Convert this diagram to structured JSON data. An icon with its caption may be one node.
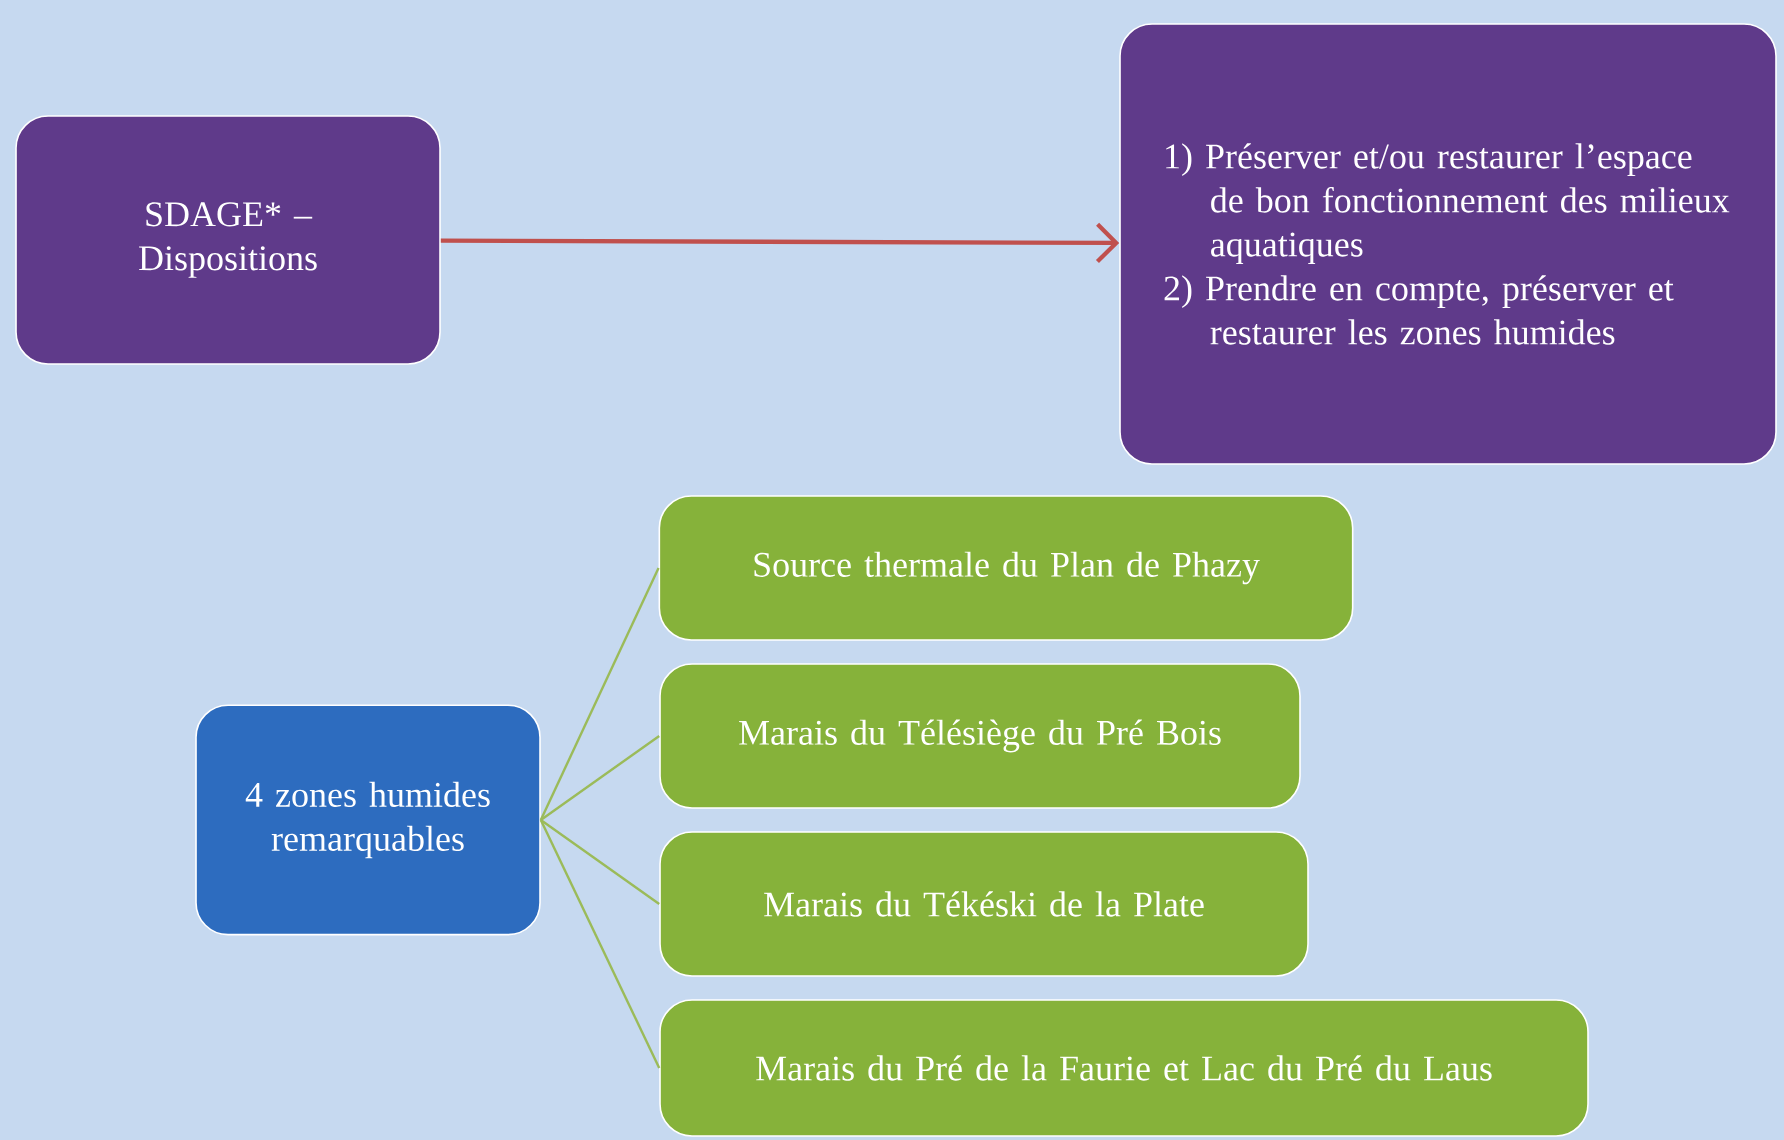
{
  "diagram": {
    "nodes": [
      {
        "text": [
          "SDAGE* – Dispositions"
        ]
      },
      {
        "text": [
          "1) Préserver et/ou restaurer l’espace de bon fonctionnement des milieux aquatiques",
          "2) Prendre en compte, préserver et restaurer les zones humides"
        ]
      },
      {
        "text": [
          "4 zones humides remarquables"
        ]
      },
      {
        "text": [
          "Source thermale du Plan de Phazy"
        ]
      },
      {
        "text": [
          "Marais du Télésiège du Pré Bois"
        ]
      },
      {
        "text": [
          "Marais du Tékéski de la Plate"
        ]
      },
      {
        "text": [
          "Marais du Pré de la Faurie et Lac du Pré du Laus"
        ]
      }
    ],
    "edges": [
      {
        "from": 0,
        "to": 1,
        "arrow": "to",
        "color": "#c0504d"
      },
      {
        "from": 2,
        "to": 3,
        "arrow": "none"
      },
      {
        "from": 2,
        "to": 4,
        "arrow": "none"
      },
      {
        "from": 2,
        "to": 5,
        "arrow": "none"
      },
      {
        "from": 2,
        "to": 6,
        "arrow": "none"
      }
    ]
  }
}
